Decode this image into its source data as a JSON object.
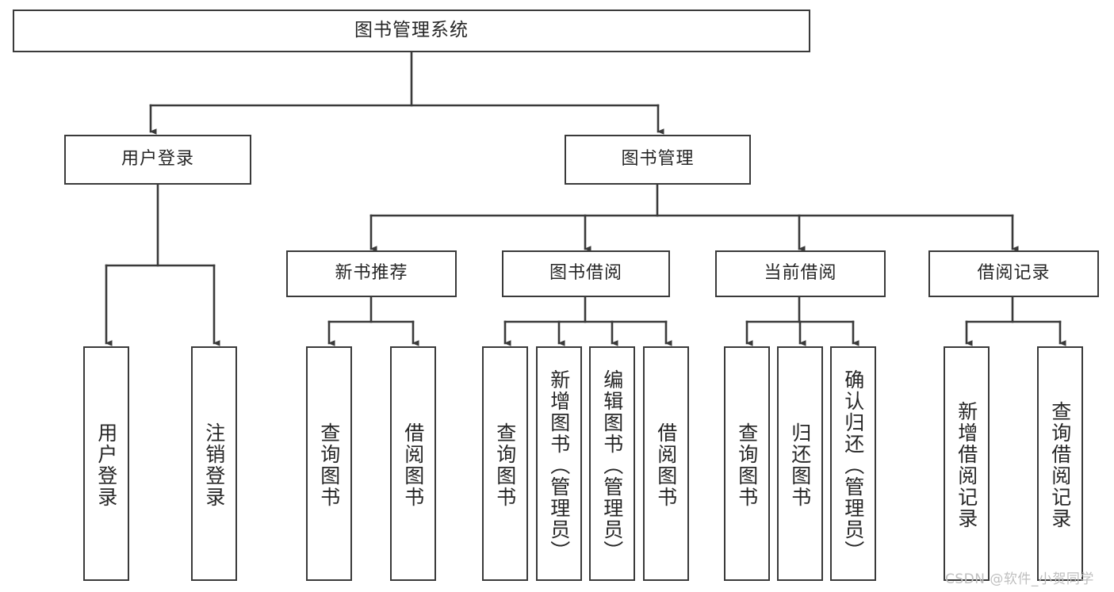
{
  "diagram": {
    "title": "图书管理系统",
    "type": "hierarchy-tree",
    "background_color": "#ffffff",
    "border_color": "#3a3a3a",
    "text_color": "#262626",
    "watermark": "CSDN @软件_小贺同学",
    "watermark_color": "#bfbfbf"
  },
  "nodes": {
    "root": {
      "label": "图书管理系统",
      "level": 1
    },
    "level2": [
      {
        "id": "user-login",
        "label": "用户登录"
      },
      {
        "id": "book-manage",
        "label": "图书管理"
      }
    ],
    "level3": [
      {
        "id": "new-book-recommend",
        "label": "新书推荐",
        "parent": "book-manage"
      },
      {
        "id": "book-borrow",
        "label": "图书借阅",
        "parent": "book-manage"
      },
      {
        "id": "current-borrow",
        "label": "当前借阅",
        "parent": "book-manage"
      },
      {
        "id": "borrow-record",
        "label": "借阅记录",
        "parent": "book-manage"
      }
    ],
    "leaves": [
      {
        "id": "leaf-user-login",
        "label": "用户登录",
        "parent": "user-login"
      },
      {
        "id": "leaf-logout-login",
        "label": "注销登录",
        "parent": "user-login"
      },
      {
        "id": "leaf-query-book-1",
        "label": "查询图书",
        "parent": "new-book-recommend"
      },
      {
        "id": "leaf-borrow-book-1",
        "label": "借阅图书",
        "parent": "new-book-recommend"
      },
      {
        "id": "leaf-query-book-2",
        "label": "查询图书",
        "parent": "book-borrow"
      },
      {
        "id": "leaf-add-book",
        "label": "新增图书（管理员）",
        "parent": "book-borrow"
      },
      {
        "id": "leaf-edit-book",
        "label": "编辑图书（管理员）",
        "parent": "book-borrow"
      },
      {
        "id": "leaf-borrow-book-2",
        "label": "借阅图书",
        "parent": "book-borrow"
      },
      {
        "id": "leaf-query-book-3",
        "label": "查询图书",
        "parent": "current-borrow"
      },
      {
        "id": "leaf-return-book",
        "label": "归还图书",
        "parent": "current-borrow"
      },
      {
        "id": "leaf-confirm-return",
        "label": "确认归还（管理员）",
        "parent": "current-borrow"
      },
      {
        "id": "leaf-add-record",
        "label": "新增借阅记录",
        "parent": "borrow-record"
      },
      {
        "id": "leaf-query-record",
        "label": "查询借阅记录",
        "parent": "borrow-record"
      }
    ]
  }
}
